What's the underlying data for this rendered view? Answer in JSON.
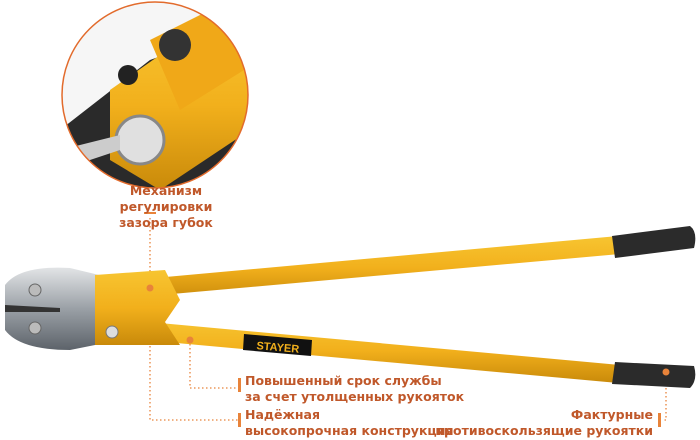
{
  "brand": "STAYER",
  "accent_color": "#c0582a",
  "features": {
    "jaw_adjustment": {
      "line1": "Механизм регулировки",
      "line2": "зазора губок"
    },
    "durability": {
      "line1": "Повышенный срок службы",
      "line2": "за счет утолщенных рукояток"
    },
    "construction": {
      "line1": "Надёжная",
      "line2": "высокопрочная конструкция"
    },
    "grips": {
      "line1": "Фактурные",
      "line2": "противоскользящие рукоятки"
    }
  }
}
